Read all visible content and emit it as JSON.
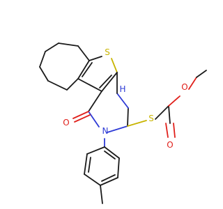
{
  "atoms": [
    {
      "id": "S_ring",
      "symbol": "S",
      "color": "#c8b400"
    },
    {
      "id": "S_chain",
      "symbol": "S",
      "color": "#c8b400"
    },
    {
      "id": "N_H",
      "symbol": "H",
      "color": "#2d3ad6"
    },
    {
      "id": "N_amine",
      "symbol": "N",
      "color": "#2d3ad6"
    },
    {
      "id": "N_ring",
      "symbol": "N",
      "color": "#2d3ad6"
    },
    {
      "id": "O_keto",
      "symbol": "O",
      "color": "#e0201b"
    },
    {
      "id": "O_carbonyl",
      "symbol": "O",
      "color": "#e0201b"
    },
    {
      "id": "O_ester",
      "symbol": "O",
      "color": "#e0201b"
    }
  ]
}
